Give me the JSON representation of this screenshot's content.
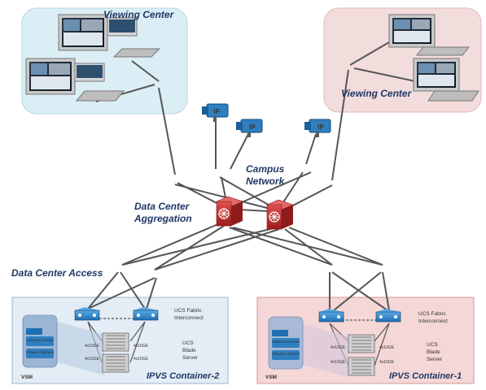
{
  "labels": {
    "viewing_center_left": "Viewing Center",
    "viewing_center_right": "Viewing Center",
    "campus_network_line1": "Campus",
    "campus_network_line2": "Network",
    "dc_aggregation_line1": "Data Center",
    "dc_aggregation_line2": "Aggregation",
    "dc_access": "Data Center Access"
  },
  "cameras": [
    "IP",
    "IP",
    "IP"
  ],
  "containers": [
    {
      "title": "IPVS Container-2",
      "fabric_line1": "UCS Fabric",
      "fabric_line2": "Interconnect",
      "blade_line1": "UCS",
      "blade_line2": "Blade",
      "blade_line3": "Server",
      "vsm": "VSM",
      "vm_top": "VMware vCenter",
      "vm_bottom": "VMware vSphere",
      "link_labels": [
        "4x10GE",
        "4x10GE",
        "4x10GE",
        "4x10GE"
      ]
    },
    {
      "title": "IPVS Container-1",
      "fabric_line1": "UCS Fabric",
      "fabric_line2": "Interconnect",
      "blade_line1": "UCS",
      "blade_line2": "Blade",
      "blade_line3": "Server",
      "vsm": "VSM",
      "vm_top": "VMware vCenter",
      "vm_bottom": "VMware vSphere",
      "link_labels": [
        "4x10GE",
        "4x10GE",
        "4x10GE",
        "4x10GE"
      ]
    }
  ],
  "colors": {
    "viewing_left_bg": "#dbeef5",
    "viewing_right_bg": "#f2dcdc",
    "container_left_bg": "#e4ecf5",
    "container_right_bg": "#f5d7d7",
    "switch_blue": "#2f7fc0",
    "router_red": "#c0392b",
    "label_navy": "#1f3864"
  }
}
